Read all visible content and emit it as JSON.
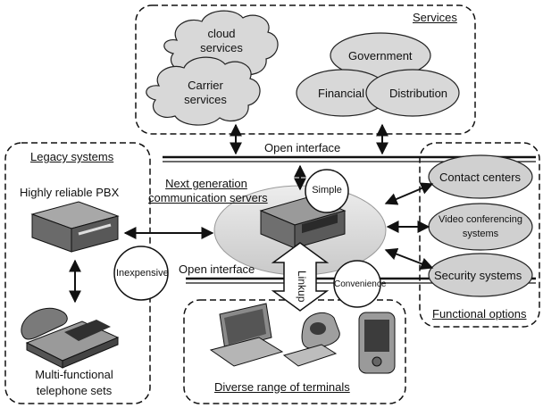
{
  "services": {
    "title": "Services",
    "cloud": [
      "cloud",
      "services"
    ],
    "carrier": [
      "Carrier",
      "services"
    ],
    "government": "Government",
    "financial": "Financial",
    "distribution": "Distribution"
  },
  "open_interface_top": "Open interface",
  "open_interface_bottom": "Open interface",
  "legacy": {
    "title": "Legacy systems",
    "pbx": "Highly reliable PBX",
    "phone": [
      "Multi-functional",
      "telephone sets"
    ],
    "inexpensive": "Inexpensive"
  },
  "center": {
    "title": [
      "Next generation",
      "communication servers"
    ],
    "simple": "Simple",
    "linkup": "Linkup",
    "convenience": "Convenience"
  },
  "functional": {
    "title": "Functional options",
    "contact": "Contact centers",
    "video": [
      "Video conferencing",
      "systems"
    ],
    "security": "Security systems"
  },
  "terminals": {
    "title": "Diverse range of terminals"
  }
}
